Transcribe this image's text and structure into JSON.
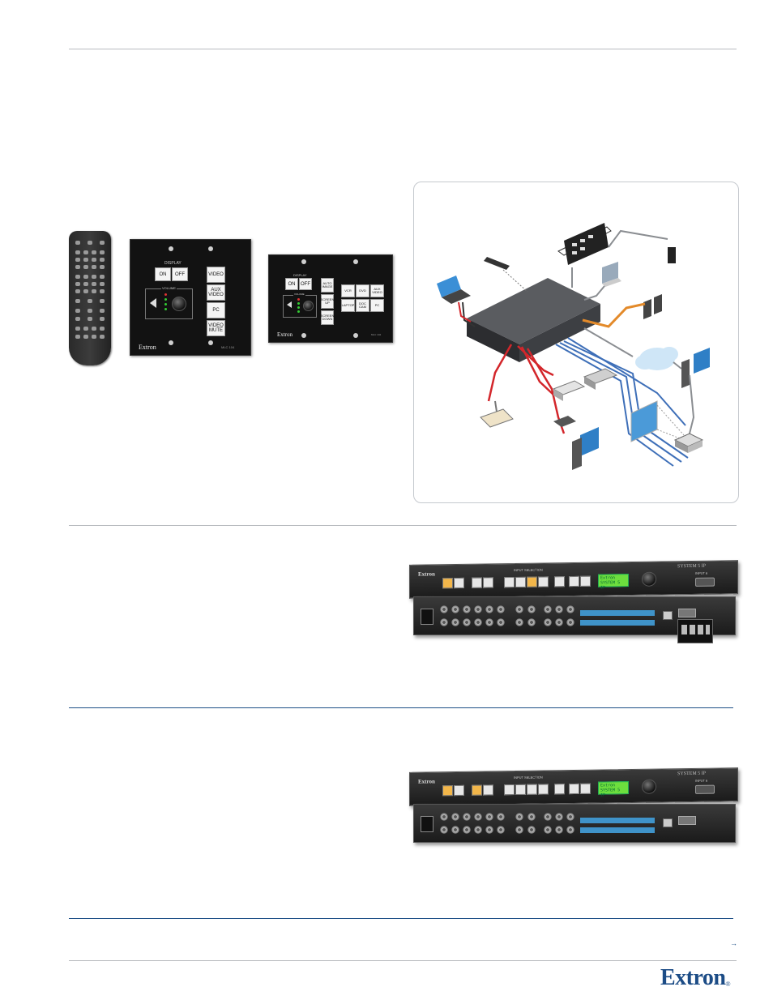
{
  "brand": {
    "name": "Extron",
    "mark": "®",
    "color": "#1c4c86"
  },
  "panels": {
    "wallplate_a": {
      "section_label": "DISPLAY",
      "buttons": [
        "ON",
        "OFF",
        "VIDEO",
        "AUX VIDEO",
        "PC",
        "VIDEO MUTE"
      ],
      "volume_label": "VOLUME",
      "brand": "Extron",
      "model": "MLC 104"
    },
    "wallplate_b": {
      "section_label": "DISPLAY",
      "buttons": [
        "ON",
        "OFF",
        "AUTO IMAGE",
        "SCREEN UP",
        "SCREEN DOWN",
        "VCR",
        "DVD",
        "AUX VIDEO",
        "LAPTOP",
        "DOC CAM",
        "PC"
      ],
      "volume_label": "VOLUME",
      "brand": "Extron",
      "model": "MLC 104"
    }
  },
  "racks": [
    {
      "brand": "Extron",
      "model": "SYSTEM 5 IP",
      "lcd_text": [
        "Extron",
        "SYSTEM 5 IP"
      ],
      "section_labels": [
        "INPUT SELECTION",
        "INPUT 6"
      ]
    },
    {
      "brand": "Extron",
      "model": "SYSTEM 5 IP",
      "lcd_text": [
        "Extron",
        "SYSTEM 5 IP"
      ],
      "section_labels": [
        "INPUT SELECTION",
        "INPUT 6"
      ]
    }
  ],
  "footer": {
    "continue_glyph": "→"
  },
  "colors": {
    "rule": "#b9bcc0",
    "rule_blue": "#1d4f86",
    "cable_red": "#d3262b",
    "cable_blue": "#3e6fb8",
    "cable_orange": "#e38a2a",
    "cable_gray": "#8a8d91",
    "lcd_green": "#6dde3e"
  }
}
